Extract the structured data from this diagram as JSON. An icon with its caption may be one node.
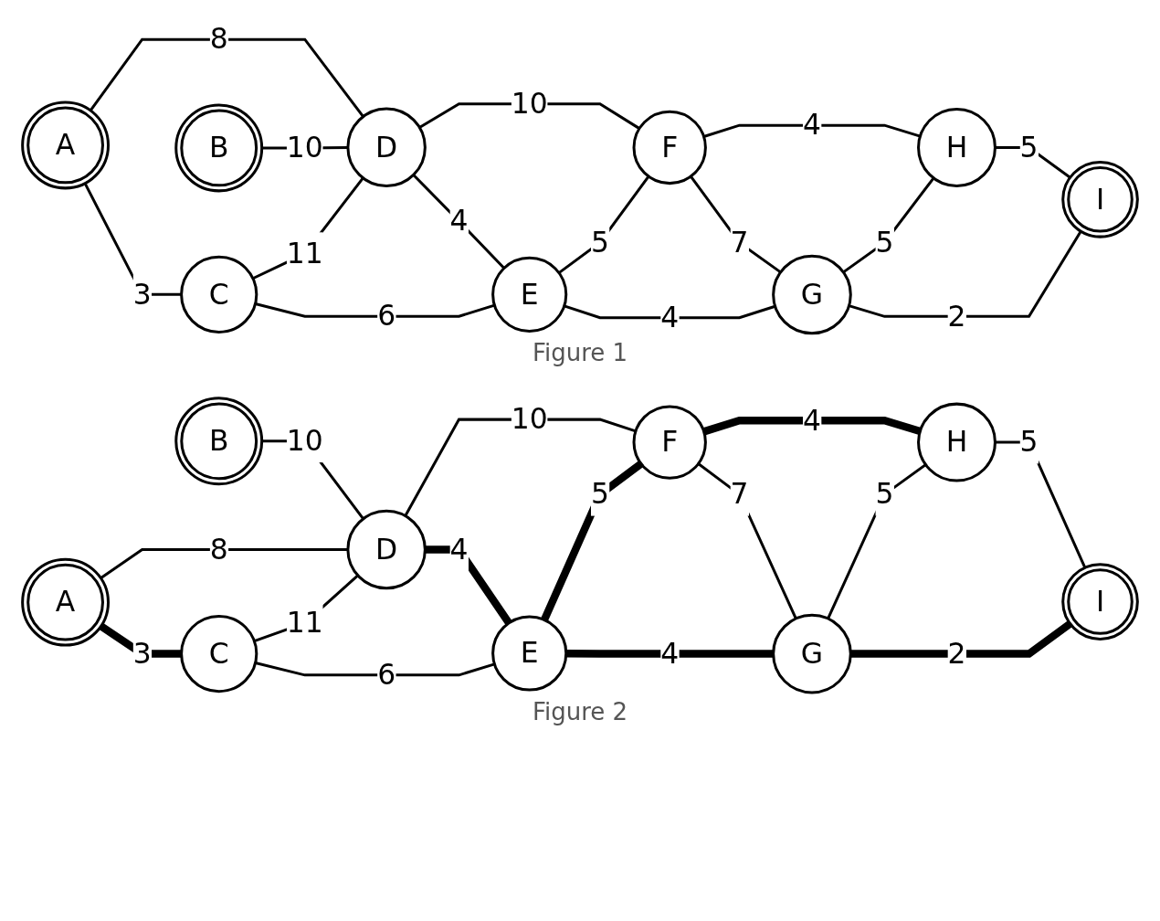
{
  "diagram": {
    "nodes": [
      {
        "text": [
          "A"
        ]
      },
      {
        "text": [
          "C"
        ]
      },
      {
        "text": [
          "E"
        ]
      },
      {
        "text": [
          "G"
        ]
      },
      {
        "text": [
          "I"
        ]
      },
      {
        "text": [
          "B"
        ]
      },
      {
        "text": [
          "D"
        ]
      },
      {
        "text": [
          "F"
        ]
      },
      {
        "text": [
          "H"
        ]
      },
      {
        "text": [
          "A"
        ]
      },
      {
        "text": [
          "C"
        ]
      },
      {
        "text": [
          "E"
        ]
      },
      {
        "text": [
          "G"
        ]
      },
      {
        "text": [
          "I"
        ]
      },
      {
        "text": [
          "B"
        ]
      },
      {
        "text": [
          "D"
        ]
      },
      {
        "text": [
          "F"
        ]
      },
      {
        "text": [
          "H"
        ]
      }
    ],
    "edges": [
      {
        "from": 0,
        "to": 1,
        "arrow": "none",
        "label": "3"
      },
      {
        "from": 1,
        "to": 2,
        "arrow": "none",
        "label": "6"
      },
      {
        "from": 2,
        "to": 3,
        "arrow": "none",
        "label": "4"
      },
      {
        "from": 3,
        "to": 4,
        "arrow": "none",
        "label": "2"
      },
      {
        "from": 0,
        "to": 6,
        "arrow": "none",
        "label": "8"
      },
      {
        "from": 1,
        "to": 6,
        "arrow": "none",
        "label": "11"
      },
      {
        "from": 6,
        "to": 2,
        "arrow": "none",
        "label": "4"
      },
      {
        "from": 2,
        "to": 7,
        "arrow": "none",
        "label": "5"
      },
      {
        "from": 7,
        "to": 3,
        "arrow": "none",
        "label": "7"
      },
      {
        "from": 3,
        "to": 8,
        "arrow": "none",
        "label": "5"
      },
      {
        "from": 8,
        "to": 4,
        "arrow": "none",
        "label": "5"
      },
      {
        "from": 5,
        "to": 6,
        "arrow": "none",
        "label": "10"
      },
      {
        "from": 6,
        "to": 7,
        "arrow": "none",
        "label": "10"
      },
      {
        "from": 7,
        "to": 8,
        "arrow": "none",
        "label": "4"
      },
      {
        "from": 9,
        "to": 10,
        "arrow": "none",
        "label": "3",
        "style": "thick"
      },
      {
        "from": 10,
        "to": 11,
        "arrow": "none",
        "label": "6"
      },
      {
        "from": 11,
        "to": 12,
        "arrow": "none",
        "label": "4",
        "style": "thick"
      },
      {
        "from": 12,
        "to": 13,
        "arrow": "none",
        "label": "2",
        "style": "thick"
      },
      {
        "from": 9,
        "to": 15,
        "arrow": "none",
        "label": "8"
      },
      {
        "from": 10,
        "to": 15,
        "arrow": "none",
        "label": "11"
      },
      {
        "from": 15,
        "to": 11,
        "arrow": "none",
        "label": "4",
        "style": "thick"
      },
      {
        "from": 11,
        "to": 16,
        "arrow": "none",
        "label": "5",
        "style": "thick"
      },
      {
        "from": 16,
        "to": 12,
        "arrow": "none",
        "label": "7"
      },
      {
        "from": 12,
        "to": 17,
        "arrow": "none",
        "label": "5"
      },
      {
        "from": 17,
        "to": 13,
        "arrow": "none",
        "label": "5"
      },
      {
        "from": 14,
        "to": 15,
        "arrow": "none",
        "label": "10"
      },
      {
        "from": 15,
        "to": 16,
        "arrow": "none",
        "label": "10"
      },
      {
        "from": 16,
        "to": 17,
        "arrow": "none",
        "label": "4",
        "style": "thick"
      }
    ],
    "labels": [
      "Figure 1",
      "Figure 2"
    ]
  }
}
